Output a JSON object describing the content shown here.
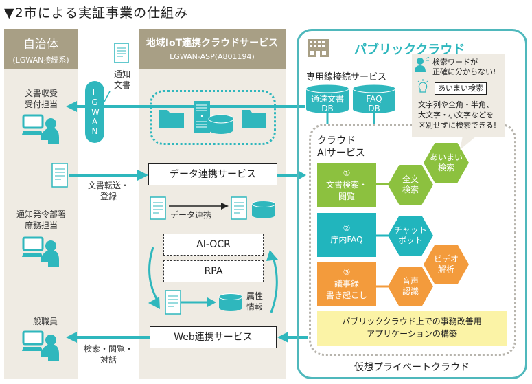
{
  "title": "▼2市による実証事業の仕組み",
  "left_column": {
    "heading": "自治体",
    "subheading": "(LGWAN接続系)",
    "roles": [
      {
        "label_line1": "文書収受",
        "label_line2": "受付担当"
      },
      {
        "label_line1": "通知発令部署",
        "label_line2": "庶務担当"
      },
      {
        "label_line1": "一般職員",
        "label_line2": ""
      }
    ]
  },
  "lgwan": {
    "label": "LGWAN",
    "doc_label_line1": "通知",
    "doc_label_line2": "文書"
  },
  "transfer_label": {
    "line1": "文書転送・",
    "line2": "登録"
  },
  "search_label": {
    "line1": "検索・閲覧・",
    "line2": "対話"
  },
  "middle_column": {
    "heading": "地域IoT連携クラウドサービス",
    "subheading": "LGWAN-ASP(A801194)",
    "data_link_service": "データ連携サービス",
    "data_link_label": "データ連携",
    "ai_ocr": "AI-OCR",
    "rpa": "RPA",
    "attribute_label_line1": "属性",
    "attribute_label_line2": "情報",
    "web_service": "Web連携サービス"
  },
  "public_cloud": {
    "heading": "パブリッククラウド",
    "dedicated_line": "専用線接続サービス",
    "databases": [
      {
        "line1": "通達文書",
        "line2": "DB"
      },
      {
        "line1": "FAQ",
        "line2": "DB"
      }
    ],
    "ai_heading_line1": "クラウド",
    "ai_heading_line2": "AIサービス",
    "services": [
      {
        "num": "①",
        "line1": "文書検索・",
        "line2": "閲覧",
        "color": "#8cc13f"
      },
      {
        "num": "②",
        "line1": "庁内FAQ",
        "line2": "",
        "color": "#21b5bd"
      },
      {
        "num": "③",
        "line1": "議事録",
        "line2": "書き起こし",
        "color": "#f39b3c"
      }
    ],
    "hexes": [
      {
        "line1": "全文",
        "line2": "検索"
      },
      {
        "line1": "あいまい",
        "line2": "検索"
      },
      {
        "line1": "チャット",
        "line2": "ボット"
      },
      {
        "line1": "音声",
        "line2": "認識"
      },
      {
        "line1": "ビデオ",
        "line2": "解析"
      }
    ],
    "bubble": {
      "problem_line1": "検索ワードが",
      "problem_line2": "正確に分からない!",
      "solution": "あいまい検索",
      "desc_line1": "文字列や全角・半角、",
      "desc_line2": "大文字・小文字などを",
      "desc_line3": "区別せずに検索できる!"
    },
    "app_box_line1": "パブリッククラウド上での事務改善用",
    "app_box_line2": "アプリケーションの構築",
    "footer": "仮想プライベートクラウド"
  },
  "colors": {
    "teal": "#2fb7bd",
    "green": "#8cc13f",
    "orange": "#f39b3c",
    "beige": "#efebe3",
    "khaki": "#a89f85",
    "yellow": "#fbf3a6"
  }
}
